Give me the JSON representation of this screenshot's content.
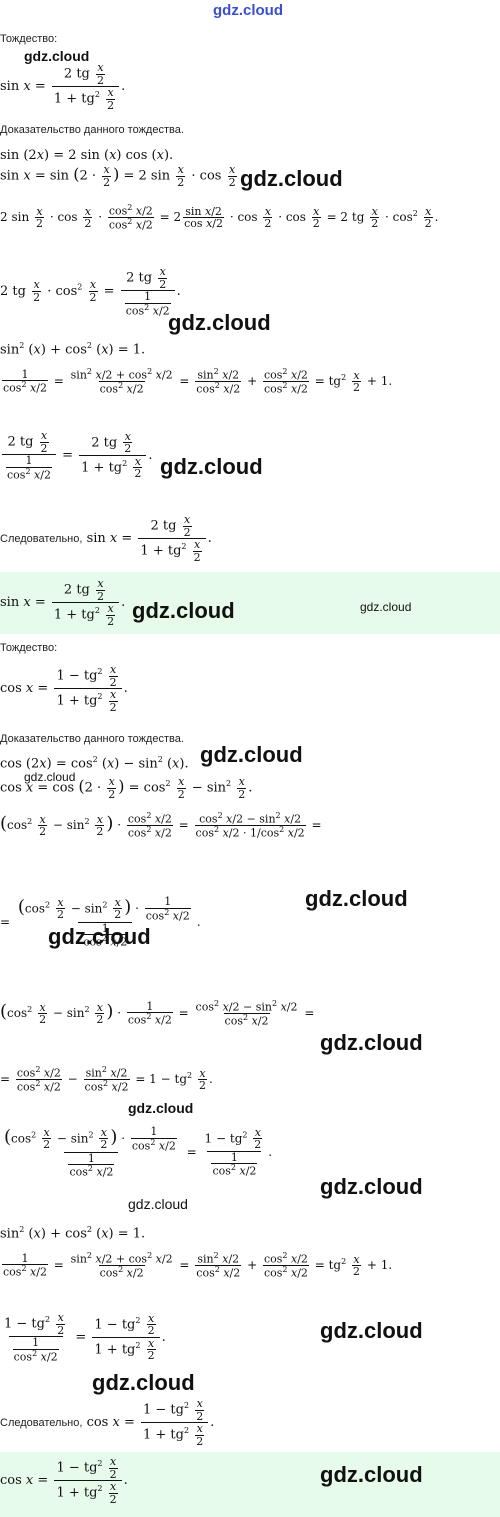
{
  "watermarks": {
    "top": "gdz.cloud",
    "brand": "gdz.cloud"
  },
  "labels": {
    "identity": "Тождество:",
    "proof": "Доказательство данного тождества.",
    "therefore": "Следовательно,"
  },
  "part1": {
    "identity_lhs": "sin x =",
    "identity_num": "2 tg x/2",
    "identity_den": "1 + tg² x/2",
    "l1": "sin (2x) = 2 sin (x) cos (x).",
    "l2": "sin x = sin (2 · x/2) = 2 sin x/2 · cos x/2",
    "l3": "2 sin x/2 · cos x/2 · cos²(x/2)/cos²(x/2) = 2 sin(x/2)/cos(x/2) · cos x/2 · cos x/2 = 2 tg x/2 · cos² x/2.",
    "l4": "2 tg x/2 · cos² x/2 = 2 tg(x/2) / (1/cos²(x/2)).",
    "l5": "sin² (x) + cos² (x) = 1.",
    "l6": "1/cos²(x/2) = (sin²(x/2) + cos²(x/2))/cos²(x/2) = sin²(x/2)/cos²(x/2) + cos²(x/2)/cos²(x/2) = tg² x/2 + 1.",
    "l7": "(2 tg x/2)/(1/cos² x/2) = 2 tg x/2 / (1 + tg² x/2).",
    "answer": "sin x = 2 tg x/2 / (1 + tg² x/2)."
  },
  "part2": {
    "identity_lhs": "cos x =",
    "identity_num": "1 − tg² x/2",
    "identity_den": "1 + tg² x/2",
    "l1": "cos (2x) = cos² (x) − sin² (x).",
    "l2": "cos x = cos (2 · x/2) = cos² x/2 − sin² x/2.",
    "l3": "(cos² x/2 − sin² x/2) · cos²(x/2)/cos²(x/2) = (cos² x/2 − sin² x/2)/(cos² x/2 · 1/cos² x/2) =",
    "l4": "= (cos² x/2 − sin² x/2) · 1/cos² x/2 / (1/cos² x/2).",
    "l5": "(cos² x/2 − sin² x/2) · 1/cos² x/2 = (cos² x/2 − sin² x/2)/cos² x/2 =",
    "l6": "= cos² x/2 / cos² x/2 − sin² x/2 / cos² x/2 = 1 − tg² x/2.",
    "l7": "(cos² x/2 − sin² x/2) · 1/cos² x/2 / (1/cos² x/2) = (1 − tg² x/2)/(1/cos² x/2).",
    "l8": "sin² (x) + cos² (x) = 1.",
    "l9": "1/cos²(x/2) = (sin²(x/2) + cos²(x/2))/cos²(x/2) = sin²(x/2)/cos²(x/2) + cos²(x/2)/cos²(x/2) = tg² x/2 + 1.",
    "l10": "(1 − tg² x/2)/(1/cos² x/2) = (1 − tg² x/2)/(1 + tg² x/2).",
    "answer": "cos x = (1 − tg² x/2)/(1 + tg² x/2)."
  }
}
